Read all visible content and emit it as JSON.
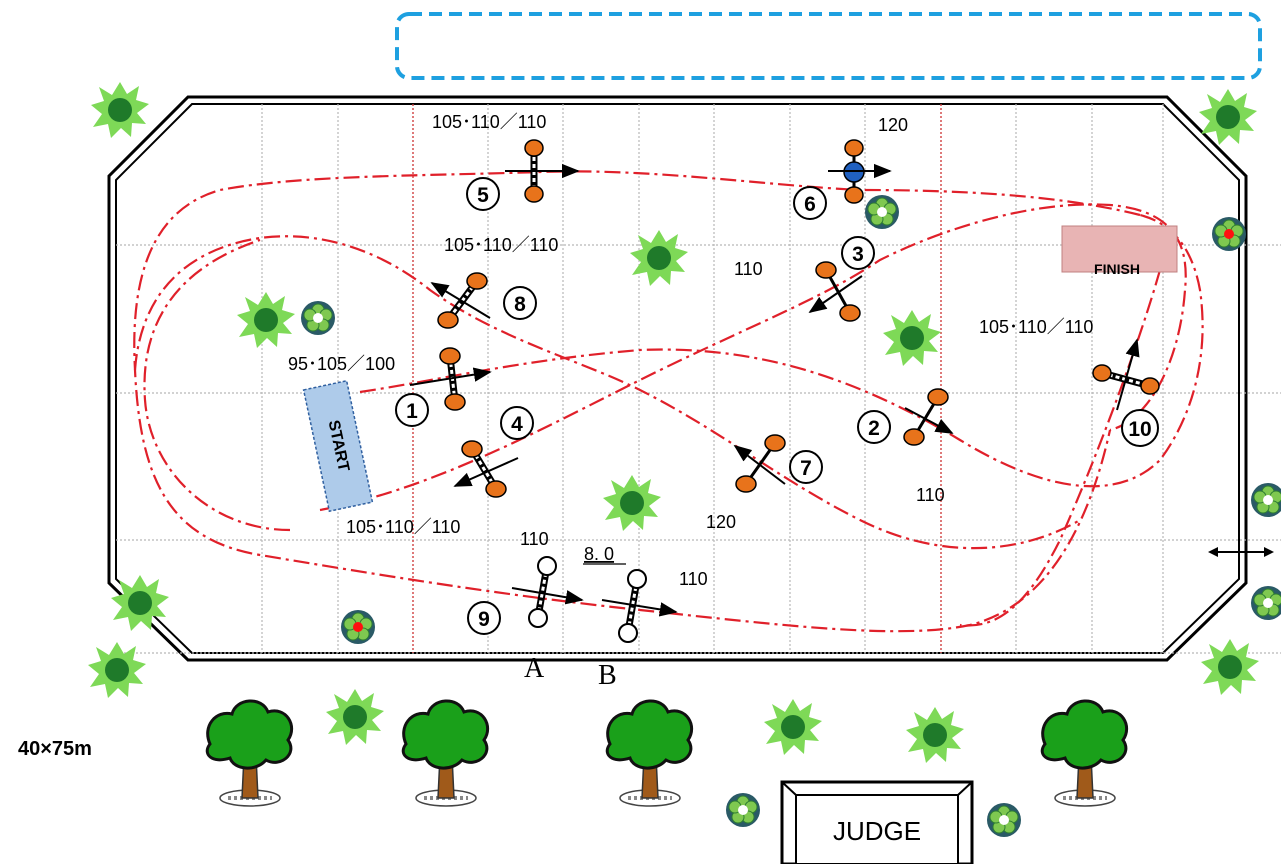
{
  "arena": {
    "size_label": "40×75m",
    "distance_label": "8. 0",
    "comb_letters": [
      "A",
      "B"
    ],
    "signs": {
      "start": "START",
      "finish": "FINISH",
      "judge": "JUDGE"
    },
    "heights": [
      "105･110／110",
      "120",
      "105･110／110",
      "110",
      "105･110／110",
      "95･105／100",
      "110",
      "105･110／110",
      "120",
      "110",
      "110"
    ],
    "fence_numbers": [
      "1",
      "2",
      "3",
      "4",
      "5",
      "6",
      "7",
      "8",
      "9",
      "10"
    ]
  },
  "colors": {
    "route": "#e0202a",
    "pole_orange": "#e8731b",
    "grid": "#b8b8b8",
    "grid_red": "#d04040",
    "bush": "#7ed957",
    "bush_dark": "#1f7a2a",
    "tree_leaf": "#1aa01a",
    "tree_trunk": "#a05a1a",
    "start_fill": "#aecbea",
    "finish_fill": "#e8b4b4",
    "note_border": "#1ea0e0"
  }
}
